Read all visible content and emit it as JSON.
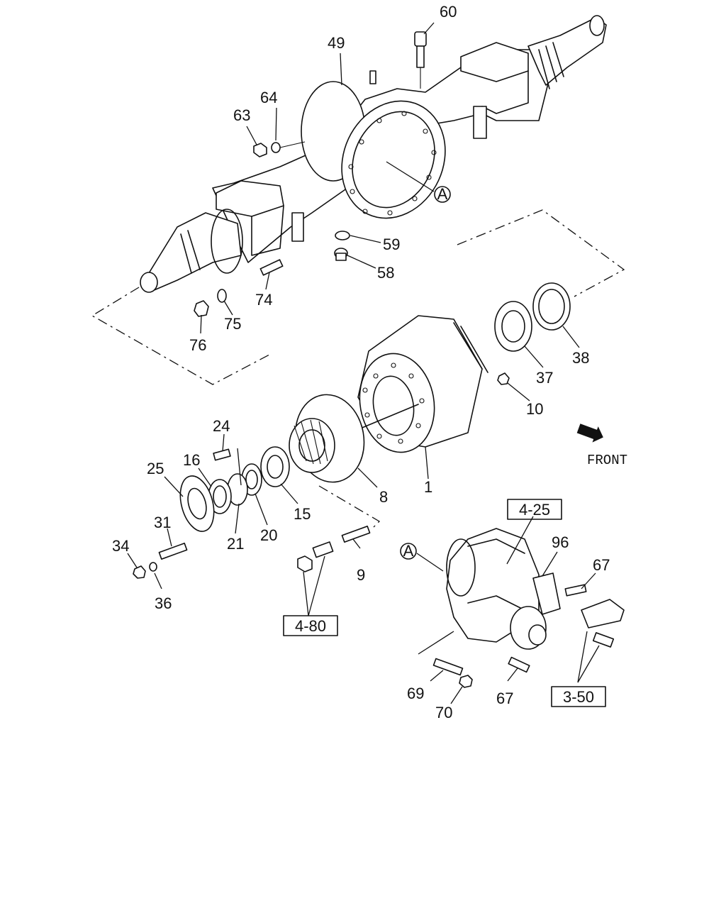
{
  "diagram": {
    "front_label": "FRONT",
    "ref_marker": "A",
    "callouts": [
      "60",
      "49",
      "64",
      "63",
      "59",
      "58",
      "74",
      "75",
      "76",
      "38",
      "37",
      "10",
      "1",
      "8",
      "24",
      "25",
      "16",
      "15",
      "20",
      "21",
      "31",
      "34",
      "36",
      "9",
      "96",
      "67",
      "67",
      "69",
      "70"
    ],
    "boxed_refs": [
      "4-25",
      "4-80",
      "3-50"
    ]
  }
}
